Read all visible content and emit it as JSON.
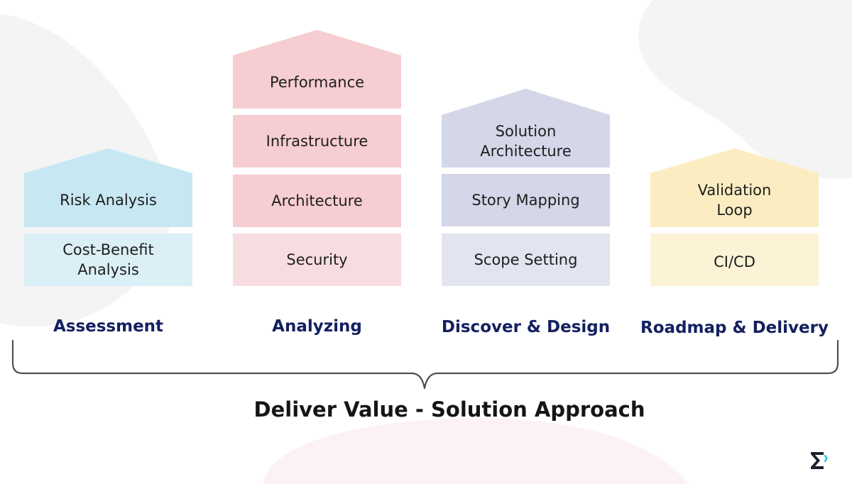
{
  "title": "Deliver Value - Solution Approach",
  "columns": [
    {
      "label": "Assessment",
      "color": "#c7e8f2",
      "light_color": "#daeff6",
      "blocks": [
        "Risk Analysis",
        "Cost-Benefit Analysis"
      ]
    },
    {
      "label": "Analyzing",
      "color": "#f6cdd1",
      "light_color": "#f8dde0",
      "blocks": [
        "Performance",
        "Infrastructure",
        "Architecture",
        "Security"
      ]
    },
    {
      "label": "Discover & Design",
      "color": "#d3d7e8",
      "light_color": "#e2e4f0",
      "blocks": [
        "Solution Architecture",
        "Story Mapping",
        "Scope Setting"
      ]
    },
    {
      "label": "Roadmap & Delivery",
      "color": "#fbedc1",
      "light_color": "#fcf3d6",
      "blocks": [
        "Validation Loop",
        "CI/CD"
      ]
    }
  ],
  "colors": {
    "label": "#13205f",
    "brace": "#505050"
  },
  "logo_icon": "sigma-logo-icon"
}
